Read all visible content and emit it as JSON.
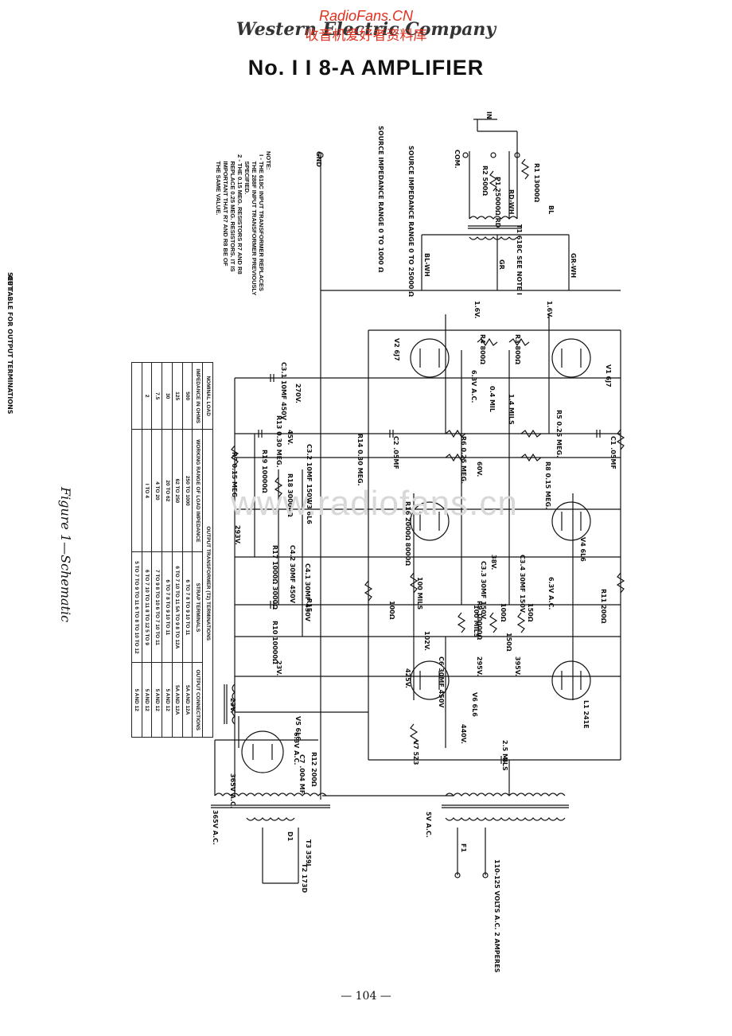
{
  "header": {
    "watermark_site": "RadioFans.CN",
    "watermark_cn": "收音机爱好者资料库",
    "brand": "Western Electric Company",
    "title": "No. I I 8-A  AMPLIFIER"
  },
  "background_watermark": "www.radiofans.cn",
  "caption": "Figure 1—Schematic",
  "page_number": "— 104 —",
  "notes": "NOTE:\n  I - THE 618C INPUT TRANSFORMER REPLACES\n      THE 288F INPUT TRANSFORMER PREVIOUSLY\n      SPECIFIED.\n  2 - THE 0.15 MEG. RESISTORS R7 AND R8\n      REPLACE 0.25 MEG. RESISTORS. IT IS\n      IMPORTANT THAT R7 AND R8 BE OF\n      THE SAME VALUE.",
  "table": {
    "header_top": [
      "NOMINAL LOAD",
      "OUTPUT TRANSFORMER (T2) TERMINATIONS"
    ],
    "columns": [
      "IMPEDANCE IN OHMS",
      "WORKING RANGE OF LOAD IMPEDANCE",
      "STRAP TERMINALS",
      "OUTPUT CONNECTIONS"
    ],
    "rows": [
      [
        "500",
        "250  TO 1000",
        "6 TO 7   8 TO 9   10 TO 11",
        "5A AND 12A"
      ],
      [
        "125",
        "62  TO 250",
        "6 TO 7   10 TO 11  5A TO 9   8 TO 12A",
        "5A AND 12A"
      ],
      [
        "30",
        "20  TO 62",
        "6 TO 7   8 TO 9   10 TO 11",
        "5 AND 12"
      ],
      [
        "7.5",
        "4  TO 20",
        "7 TO 9   8 TO 10   6 TO 7   10 TO 11",
        "5 AND 12"
      ],
      [
        "2",
        "I  TO 4",
        "6 TO 7   10 TO 11   8 TO 12   5 TO 9",
        "5 AND 12"
      ],
      [
        "",
        "",
        "5 TO 7 TO 9  TO 11   6 TO 8 TO 10 TO 12",
        "5 AND 12"
      ]
    ]
  },
  "labels": [
    {
      "text": "SOURCE IMPEDANCE RANGE 0 TO 1000 Ω",
      "rot": 90
    },
    {
      "text": "SOURCE IMPEDANCE RANGE 0 TO 25000 Ω",
      "rot": 90
    },
    {
      "text": "GND",
      "rot": 90
    },
    {
      "text": "IN",
      "rot": 90
    },
    {
      "text": "COM.",
      "rot": 90
    },
    {
      "text": "R2 500Ω",
      "rot": 90
    },
    {
      "text": "P1 25000Ω RD",
      "rot": 90
    },
    {
      "text": "R1 13000Ω",
      "rot": 90
    },
    {
      "text": "RD-WH",
      "rot": 90
    },
    {
      "text": "BL",
      "rot": 90
    },
    {
      "text": "T1 618C SEE NOTE I",
      "rot": 90
    },
    {
      "text": "BL-WH",
      "rot": 90
    },
    {
      "text": "GR",
      "rot": 90
    },
    {
      "text": "GR-WH",
      "rot": 90
    },
    {
      "text": "1.6V.",
      "rot": 90
    },
    {
      "text": "1.6V.",
      "rot": 90
    },
    {
      "text": "R4 800Ω",
      "rot": 90
    },
    {
      "text": "R3 800Ω",
      "rot": 90
    },
    {
      "text": "V2 6J7",
      "rot": 90
    },
    {
      "text": "V1 6J7",
      "rot": 90
    },
    {
      "text": "6.3V A.C.",
      "rot": 90
    },
    {
      "text": "0.4 MIL",
      "rot": 90
    },
    {
      "text": "1.4 MILS",
      "rot": 90
    },
    {
      "text": "R5 0.25 MEG.",
      "rot": 90
    },
    {
      "text": "C3.1 10MF 450V",
      "rot": 90
    },
    {
      "text": "270V.",
      "rot": 90
    },
    {
      "text": "R14 0.30 MEG.",
      "rot": 90
    },
    {
      "text": "C2 .05MF",
      "rot": 90
    },
    {
      "text": "R6 0.25 MEG.",
      "rot": 90
    },
    {
      "text": "C1 .05MF",
      "rot": 90
    },
    {
      "text": "R13 0.30 MEG.",
      "rot": 90
    },
    {
      "text": "45V.",
      "rot": 90
    },
    {
      "text": "C3.2 10MF 150V",
      "rot": 90
    },
    {
      "text": "60V.",
      "rot": 90
    },
    {
      "text": "R8 0.15 MEG.",
      "rot": 90
    },
    {
      "text": "R7 0.15 MEG.",
      "rot": 90
    },
    {
      "text": "R19 10000Ω",
      "rot": 90
    },
    {
      "text": "R18 30000Ω",
      "rot": 90
    },
    {
      "text": "R16 2000Ω 8000Ω",
      "rot": 90
    },
    {
      "text": "V4 6L6",
      "rot": 90
    },
    {
      "text": "V3 6L6",
      "rot": 90
    },
    {
      "text": "293V.",
      "rot": 90
    },
    {
      "text": "R17 1000Ω 3000Ω",
      "rot": 90
    },
    {
      "text": "C4.2 30MF 450V",
      "rot": 90
    },
    {
      "text": "C4.1 30MF 450V",
      "rot": 90
    },
    {
      "text": "38V.",
      "rot": 90
    },
    {
      "text": "C3.4 30MF 150V",
      "rot": 90
    },
    {
      "text": "C3.3 30MF 150V",
      "rot": 90
    },
    {
      "text": "6.3V A.C.",
      "rot": 90
    },
    {
      "text": "100 MILS",
      "rot": 90
    },
    {
      "text": "R11 200Ω",
      "rot": 90
    },
    {
      "text": "R9 10000Ω",
      "rot": 90
    },
    {
      "text": "100 MILS",
      "rot": 90
    },
    {
      "text": "100Ω",
      "rot": 90
    },
    {
      "text": "150Ω",
      "rot": 90
    },
    {
      "text": "150Ω",
      "rot": 90
    },
    {
      "text": "100Ω",
      "rot": 90
    },
    {
      "text": "R15",
      "rot": 90
    },
    {
      "text": "R10 10000Ω",
      "rot": 90
    },
    {
      "text": "102V.",
      "rot": 90
    },
    {
      "text": "C6 30MF 450V",
      "rot": 90
    },
    {
      "text": "295V.",
      "rot": 90
    },
    {
      "text": "395V.",
      "rot": 90
    },
    {
      "text": "23V.",
      "rot": 90
    },
    {
      "text": "23V.",
      "rot": 90
    },
    {
      "text": "425V.",
      "rot": 90
    },
    {
      "text": "L1 241E",
      "rot": 90
    },
    {
      "text": "V6 6L6",
      "rot": 90
    },
    {
      "text": "V5 6L6",
      "rot": 90
    },
    {
      "text": "6.3V A.C.",
      "rot": 90
    },
    {
      "text": "440V.",
      "rot": 90
    },
    {
      "text": "V7 5Z3",
      "rot": 90
    },
    {
      "text": "2.5 MILS",
      "rot": 90
    },
    {
      "text": "R12 200Ω",
      "rot": 90
    },
    {
      "text": "C7 .004 MF",
      "rot": 90
    },
    {
      "text": "365V A.C.",
      "rot": 90
    },
    {
      "text": "365V A.C.",
      "rot": 90
    },
    {
      "text": "5V A.C.",
      "rot": 90
    },
    {
      "text": "T3 359L",
      "rot": 90
    },
    {
      "text": "T2 173D",
      "rot": 90
    },
    {
      "text": "D1",
      "rot": 90
    },
    {
      "text": "F1",
      "rot": 90
    },
    {
      "text": "110-125 VOLTS A.C. 2 AMPERES",
      "rot": 90
    },
    {
      "text": "SEE TABLE FOR OUTPUT TERMINATIONS",
      "rot": 90
    },
    {
      "text": "OUT",
      "rot": 90
    }
  ]
}
